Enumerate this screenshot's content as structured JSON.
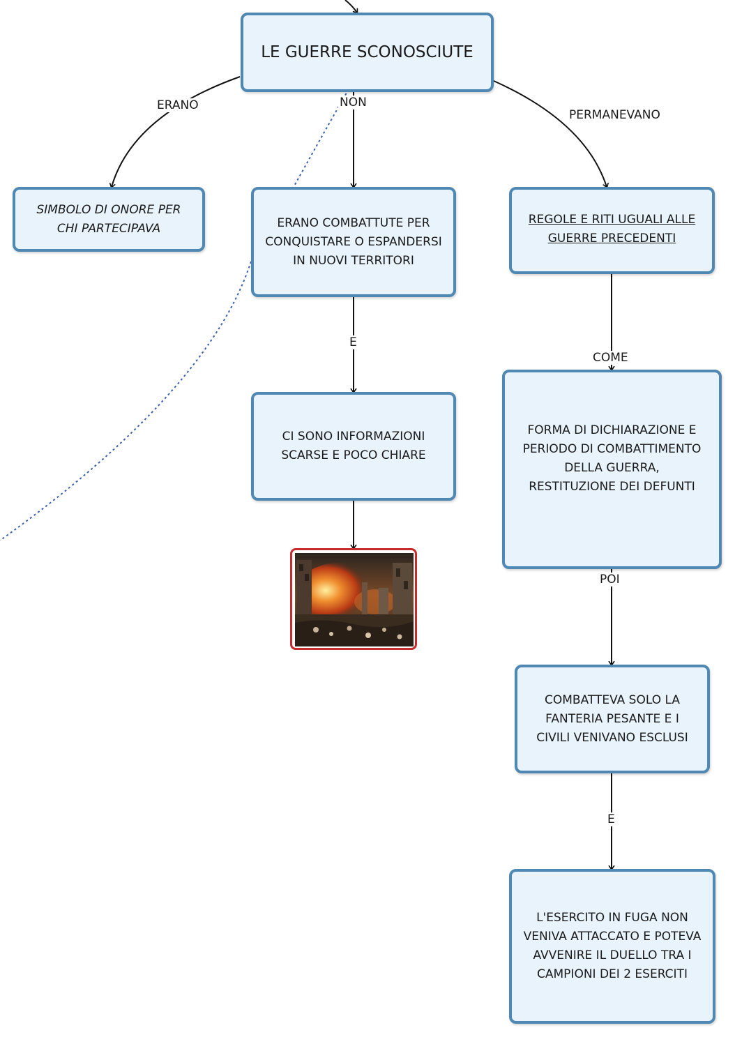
{
  "diagram": {
    "nodes": {
      "root": "LE GUERRE SCONOSCIUTE",
      "honor": "SIMBOLO DI ONORE PER\nCHI PARTECIPAVA",
      "conquest": "ERANO COMBATTUTE PER\nCONQUISTARE O ESPANDERSI\nIN NUOVI TERRITORI",
      "rules": "REGOLE E RITI UGUALI ALLE\nGUERRE PRECEDENTI",
      "info": "CI SONO INFORMAZIONI\nSCARSE E  POCO CHIARE",
      "declaration": "FORMA DI DICHIARAZIONE E\nPERIODO DI COMBATTIMENTO\nDELLA GUERRA,\nRESTITUZIONE DEI DEFUNTI",
      "infantry": "COMBATTEVA SOLO LA\nFANTERIA PESANTE E I\nCIVILI VENIVANO ESCLUSI",
      "army": "L'ESERCITO IN FUGA NON\nVENIVA ATTACCATO E POTEVA\nAVVENIRE IL DUELLO TRA I\nCAMPIONI DEI 2 ESERCITI"
    },
    "links": {
      "erano": "ERANO",
      "non": "NON",
      "permanevano": "PERMANEVANO",
      "e_first": "E",
      "come": "COME",
      "poi": "POI",
      "e_second": "E"
    },
    "colors": {
      "node_fill": "#e8f3fc",
      "node_border": "#4f88b2",
      "connector": "#111111",
      "dotted_connector": "#3a5fb0",
      "image_frame": "#c62c2c"
    },
    "image": {
      "icon": "burning-city-painting-icon"
    }
  }
}
